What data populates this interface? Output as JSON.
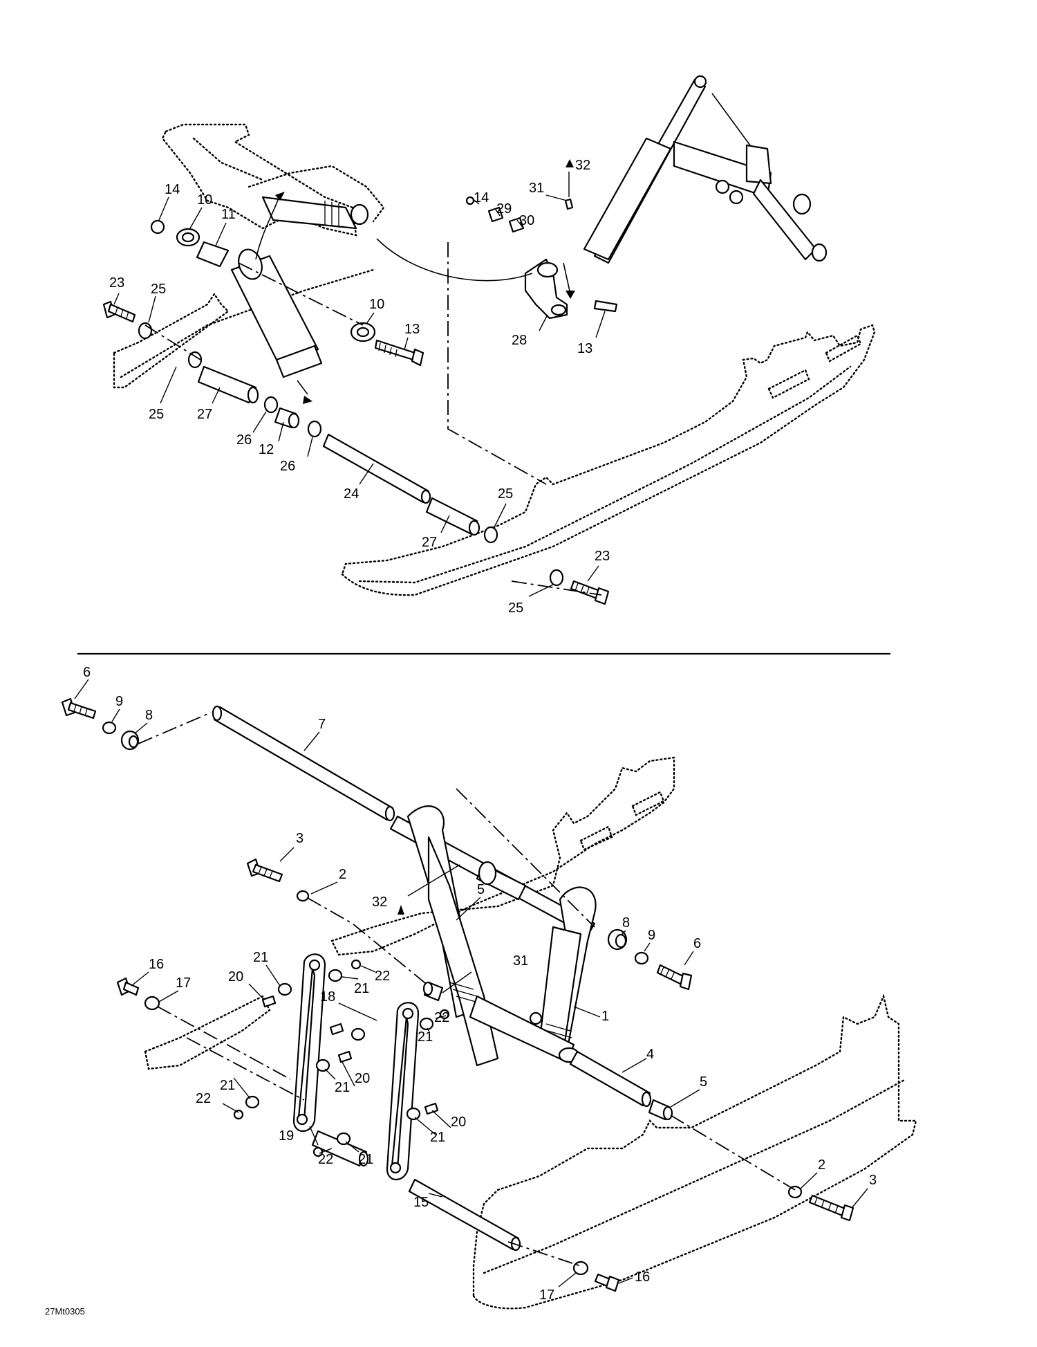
{
  "figure_code": "27Mt0305",
  "top_assembly": {
    "callouts": [
      {
        "id": "t14a",
        "text": "14"
      },
      {
        "id": "t10a",
        "text": "10"
      },
      {
        "id": "t11",
        "text": "11"
      },
      {
        "id": "t23a",
        "text": "23"
      },
      {
        "id": "t25a",
        "text": "25"
      },
      {
        "id": "t10b",
        "text": "10"
      },
      {
        "id": "t13a",
        "text": "13"
      },
      {
        "id": "t25b",
        "text": "25"
      },
      {
        "id": "t27a",
        "text": "27"
      },
      {
        "id": "t26a",
        "text": "26"
      },
      {
        "id": "t12",
        "text": "12"
      },
      {
        "id": "t26b",
        "text": "26"
      },
      {
        "id": "t24",
        "text": "24"
      },
      {
        "id": "t27b",
        "text": "27"
      },
      {
        "id": "t25c",
        "text": "25"
      },
      {
        "id": "t23b",
        "text": "23"
      },
      {
        "id": "t25d",
        "text": "25"
      },
      {
        "id": "t32",
        "text": "32"
      },
      {
        "id": "t31",
        "text": "31"
      },
      {
        "id": "t14b",
        "text": "14"
      },
      {
        "id": "t29",
        "text": "29"
      },
      {
        "id": "t30",
        "text": "30"
      },
      {
        "id": "t28",
        "text": "28"
      },
      {
        "id": "t13b",
        "text": "13"
      }
    ]
  },
  "bottom_assembly": {
    "callouts": [
      {
        "id": "b6a",
        "text": "6"
      },
      {
        "id": "b9a",
        "text": "9"
      },
      {
        "id": "b8a",
        "text": "8"
      },
      {
        "id": "b7",
        "text": "7"
      },
      {
        "id": "b3a",
        "text": "3"
      },
      {
        "id": "b2a",
        "text": "2"
      },
      {
        "id": "b32",
        "text": "32"
      },
      {
        "id": "b8b",
        "text": "8"
      },
      {
        "id": "b9b",
        "text": "9"
      },
      {
        "id": "b6b",
        "text": "6"
      },
      {
        "id": "b16a",
        "text": "16"
      },
      {
        "id": "b17a",
        "text": "17"
      },
      {
        "id": "b21a",
        "text": "21"
      },
      {
        "id": "b20a",
        "text": "20"
      },
      {
        "id": "b21b",
        "text": "21"
      },
      {
        "id": "b22a",
        "text": "22"
      },
      {
        "id": "b18",
        "text": "18"
      },
      {
        "id": "b5a",
        "text": "5"
      },
      {
        "id": "b31",
        "text": "31"
      },
      {
        "id": "b1",
        "text": "1"
      },
      {
        "id": "b22b",
        "text": "22"
      },
      {
        "id": "b21c",
        "text": "21"
      },
      {
        "id": "b21d",
        "text": "21"
      },
      {
        "id": "b21e",
        "text": "21"
      },
      {
        "id": "b20b",
        "text": "20"
      },
      {
        "id": "b22c",
        "text": "22"
      },
      {
        "id": "b19",
        "text": "19"
      },
      {
        "id": "b4",
        "text": "4"
      },
      {
        "id": "b5b",
        "text": "5"
      },
      {
        "id": "b20c",
        "text": "20"
      },
      {
        "id": "b21f",
        "text": "21"
      },
      {
        "id": "b21g",
        "text": "21"
      },
      {
        "id": "b22d",
        "text": "22"
      },
      {
        "id": "b15",
        "text": "15"
      },
      {
        "id": "b2b",
        "text": "2"
      },
      {
        "id": "b3b",
        "text": "3"
      },
      {
        "id": "b16b",
        "text": "16"
      },
      {
        "id": "b17b",
        "text": "17"
      }
    ]
  }
}
